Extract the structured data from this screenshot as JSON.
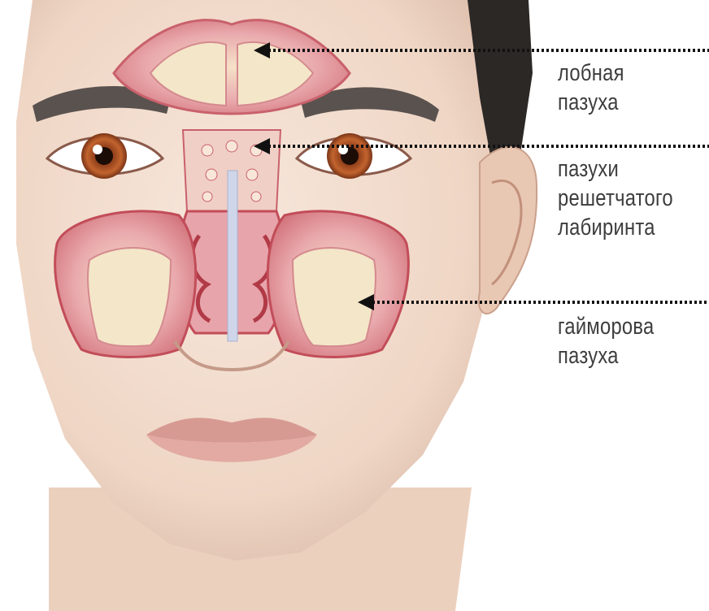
{
  "labels": {
    "frontal": [
      "лобная",
      "пазуха"
    ],
    "ethmoid": [
      "пазухи",
      "решетчатого",
      "лабиринта"
    ],
    "maxillary": [
      "гайморова",
      "пазуха"
    ]
  },
  "colors": {
    "skin": "#f1dccd",
    "sinus_fill": "#e8aab0",
    "sinus_dark": "#c9616b",
    "bone": "#f4e6c8",
    "hair": "#2c2826",
    "iris": "#b5562a",
    "label_text": "#3d3d3d"
  }
}
